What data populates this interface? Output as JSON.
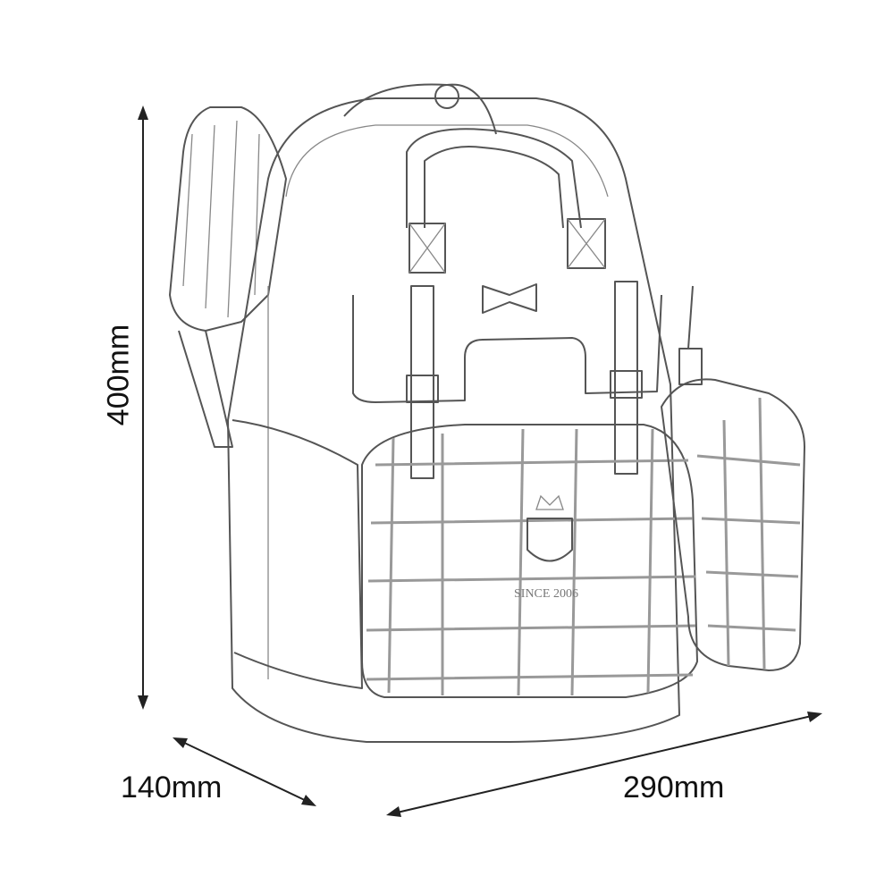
{
  "dimensions": {
    "height": "400mm",
    "depth": "140mm",
    "width": "290mm"
  },
  "product": {
    "printed_text": "SINCE 2006"
  },
  "colors": {
    "line": "#555555",
    "arrow": "#222222",
    "background": "#ffffff"
  }
}
